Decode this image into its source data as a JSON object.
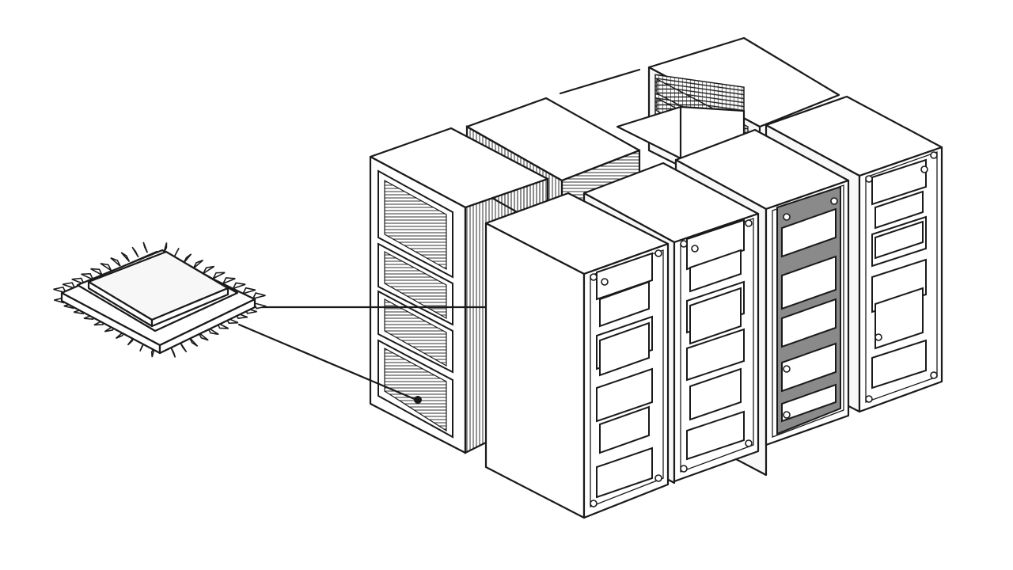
{
  "colors": {
    "line": "#1a1a1a",
    "background": "#ffffff",
    "panel_dark": "#8a8a8a"
  },
  "diagram": {
    "nodes": [
      {
        "id": "chip",
        "kind": "processor-chip"
      },
      {
        "id": "server-back-left",
        "kind": "server-tower"
      },
      {
        "id": "server-back-mid",
        "kind": "server-tower"
      },
      {
        "id": "server-back-right",
        "kind": "server-tower-vented"
      },
      {
        "id": "server-front-1",
        "kind": "server-rack"
      },
      {
        "id": "server-front-2",
        "kind": "server-rack"
      },
      {
        "id": "server-front-3",
        "kind": "server-rack-dark"
      },
      {
        "id": "server-front-4",
        "kind": "server-rack"
      }
    ],
    "connections": [
      {
        "from": "chip",
        "to": "server-front-1"
      },
      {
        "from": "chip",
        "to": "server-back-left"
      }
    ]
  }
}
